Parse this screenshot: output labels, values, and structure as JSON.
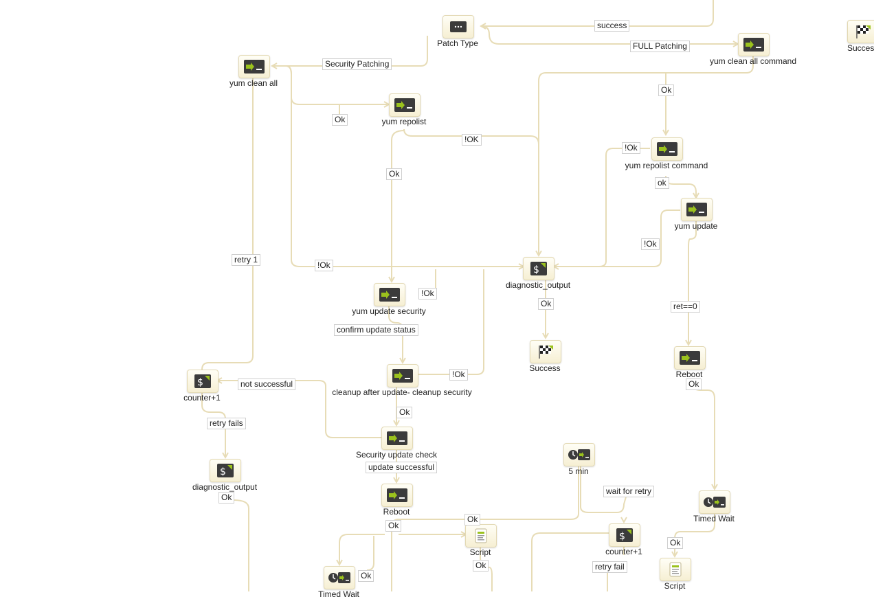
{
  "nodes": [
    {
      "id": "patch_type",
      "icon": "ellipsis-icon",
      "label": "Patch Type"
    },
    {
      "id": "success_top",
      "icon": "checkered-flag-icon",
      "label": "Succes"
    },
    {
      "id": "yum_clean_all_command",
      "icon": "terminal-icon",
      "label": "yum clean all command"
    },
    {
      "id": "yum_clean_all",
      "icon": "terminal-icon",
      "label": "yum clean all"
    },
    {
      "id": "yum_repolist",
      "icon": "terminal-icon",
      "label": "yum repolist"
    },
    {
      "id": "yum_repolist_command",
      "icon": "terminal-icon",
      "label": "yum repolist command"
    },
    {
      "id": "yum_update",
      "icon": "terminal-icon",
      "label": "yum update"
    },
    {
      "id": "diagnostic_output_main",
      "icon": "shell-dollar-icon",
      "label": "diagnostic_output"
    },
    {
      "id": "yum_update_security",
      "icon": "terminal-icon",
      "label": "yum update security"
    },
    {
      "id": "success_mid",
      "icon": "checkered-flag-icon",
      "label": "Success"
    },
    {
      "id": "reboot_right",
      "icon": "terminal-icon",
      "label": "Reboot"
    },
    {
      "id": "counter_plus_1_left",
      "icon": "shell-dollar-icon",
      "label": "counter+1"
    },
    {
      "id": "cleanup_after_update",
      "icon": "terminal-icon",
      "label": "cleanup after update- cleanup security"
    },
    {
      "id": "security_update_check",
      "icon": "terminal-icon",
      "label": "Security update check"
    },
    {
      "id": "diagnostic_output_left",
      "icon": "shell-dollar-icon",
      "label": "diagnostic_output"
    },
    {
      "id": "five_min",
      "icon": "timer-icon",
      "label": "5 min"
    },
    {
      "id": "reboot_mid",
      "icon": "terminal-icon",
      "label": "Reboot"
    },
    {
      "id": "timed_wait_right",
      "icon": "timer-icon",
      "label": "Timed Wait"
    },
    {
      "id": "script_mid",
      "icon": "script-icon",
      "label": "Script"
    },
    {
      "id": "counter_plus_1_right",
      "icon": "shell-dollar-icon",
      "label": "counter+1"
    },
    {
      "id": "script_right",
      "icon": "script-icon",
      "label": "Script"
    },
    {
      "id": "timed_wait_bottom",
      "icon": "timer-icon",
      "label": "Timed Wait"
    }
  ],
  "edge_labels": [
    "success",
    "FULL Patching",
    "Security Patching",
    "Ok",
    "Ok",
    "!OK",
    "!Ok",
    "Ok",
    "ok",
    "!Ok",
    "retry 1",
    "!Ok",
    "!Ok",
    "Ok",
    "ret==0",
    "confirm update status",
    "!Ok",
    "not successful",
    "Ok",
    "Ok",
    "retry fails",
    "update successful",
    "wait for retry",
    "Ok",
    "Ok",
    "Ok",
    "Ok",
    "Ok",
    "retry fail",
    "Ok"
  ],
  "colors": {
    "wire": "#e7dcb6",
    "node_fill": "#f6efd3",
    "node_border": "#e3d9b4",
    "terminal_body": "#3b3b3b",
    "accent_green": "#9bc21d"
  }
}
